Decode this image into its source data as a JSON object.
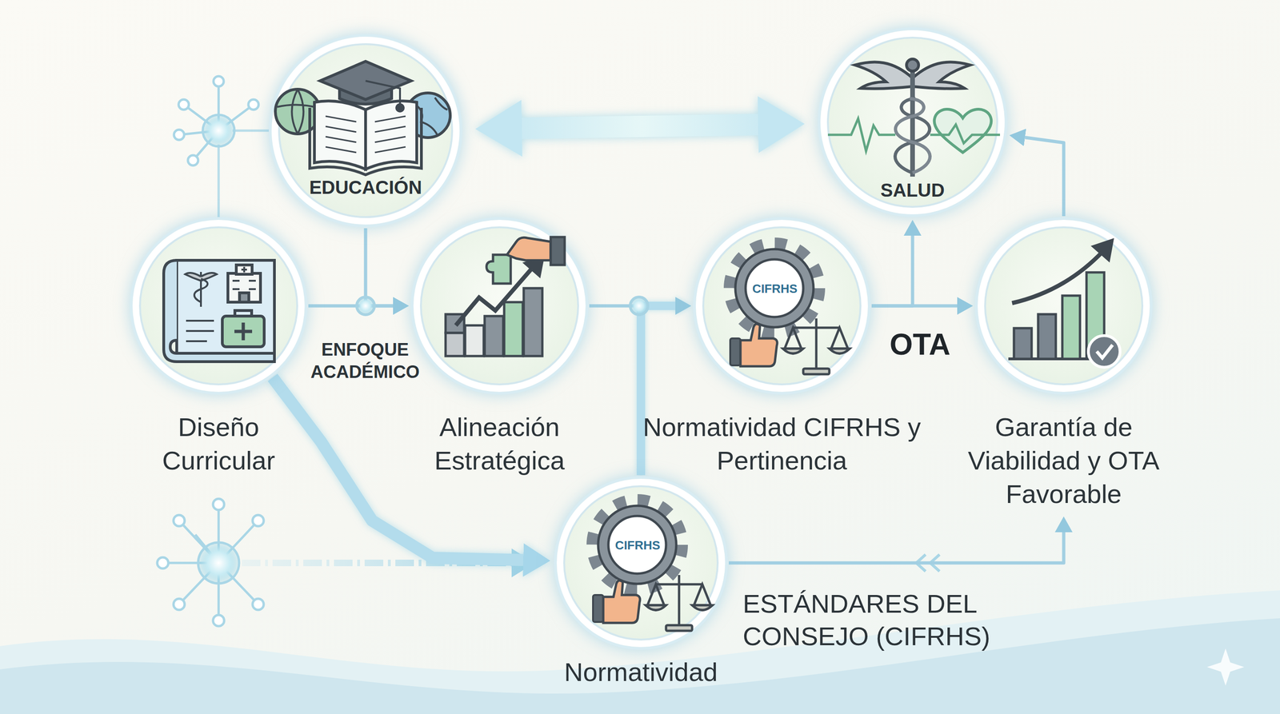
{
  "diagram": {
    "nodes": [
      {
        "text": [
          "EDUCACIÓN"
        ]
      },
      {
        "text": [
          "SALUD"
        ]
      },
      {
        "text": [
          "Diseño Curricular"
        ]
      },
      {
        "text": [
          "Alineación Estratégica"
        ]
      },
      {
        "text": [
          "Normatividad CIFRHS y Pertinencia"
        ]
      },
      {
        "text": [
          "Garantía de Viabilidad y OTA Favorable"
        ]
      },
      {
        "text": [
          "Normatividad"
        ]
      }
    ],
    "edges": [
      {
        "from": 0,
        "to": 1,
        "arrow": "both"
      },
      {
        "from": 2,
        "to": 3,
        "arrow": "to"
      },
      {
        "from": 0,
        "to": 3,
        "arrow": "to"
      },
      {
        "from": 3,
        "to": 4,
        "arrow": "to"
      },
      {
        "from": 6,
        "to": 4,
        "arrow": "to"
      },
      {
        "from": 4,
        "to": 5,
        "arrow": "to"
      },
      {
        "from": 4,
        "to": 1,
        "arrow": "to"
      },
      {
        "from": 5,
        "to": 1,
        "arrow": "to"
      },
      {
        "from": 2,
        "to": 6,
        "arrow": "to"
      },
      {
        "from": 6,
        "to": 5,
        "arrow": "to"
      }
    ],
    "labels": [
      "ENFOQUE ACADÉMICO",
      "CIFRHS",
      "OTA",
      "CIFRHS",
      "ESTÁNDARES DEL CONSEJO (CIFRHS)"
    ]
  }
}
